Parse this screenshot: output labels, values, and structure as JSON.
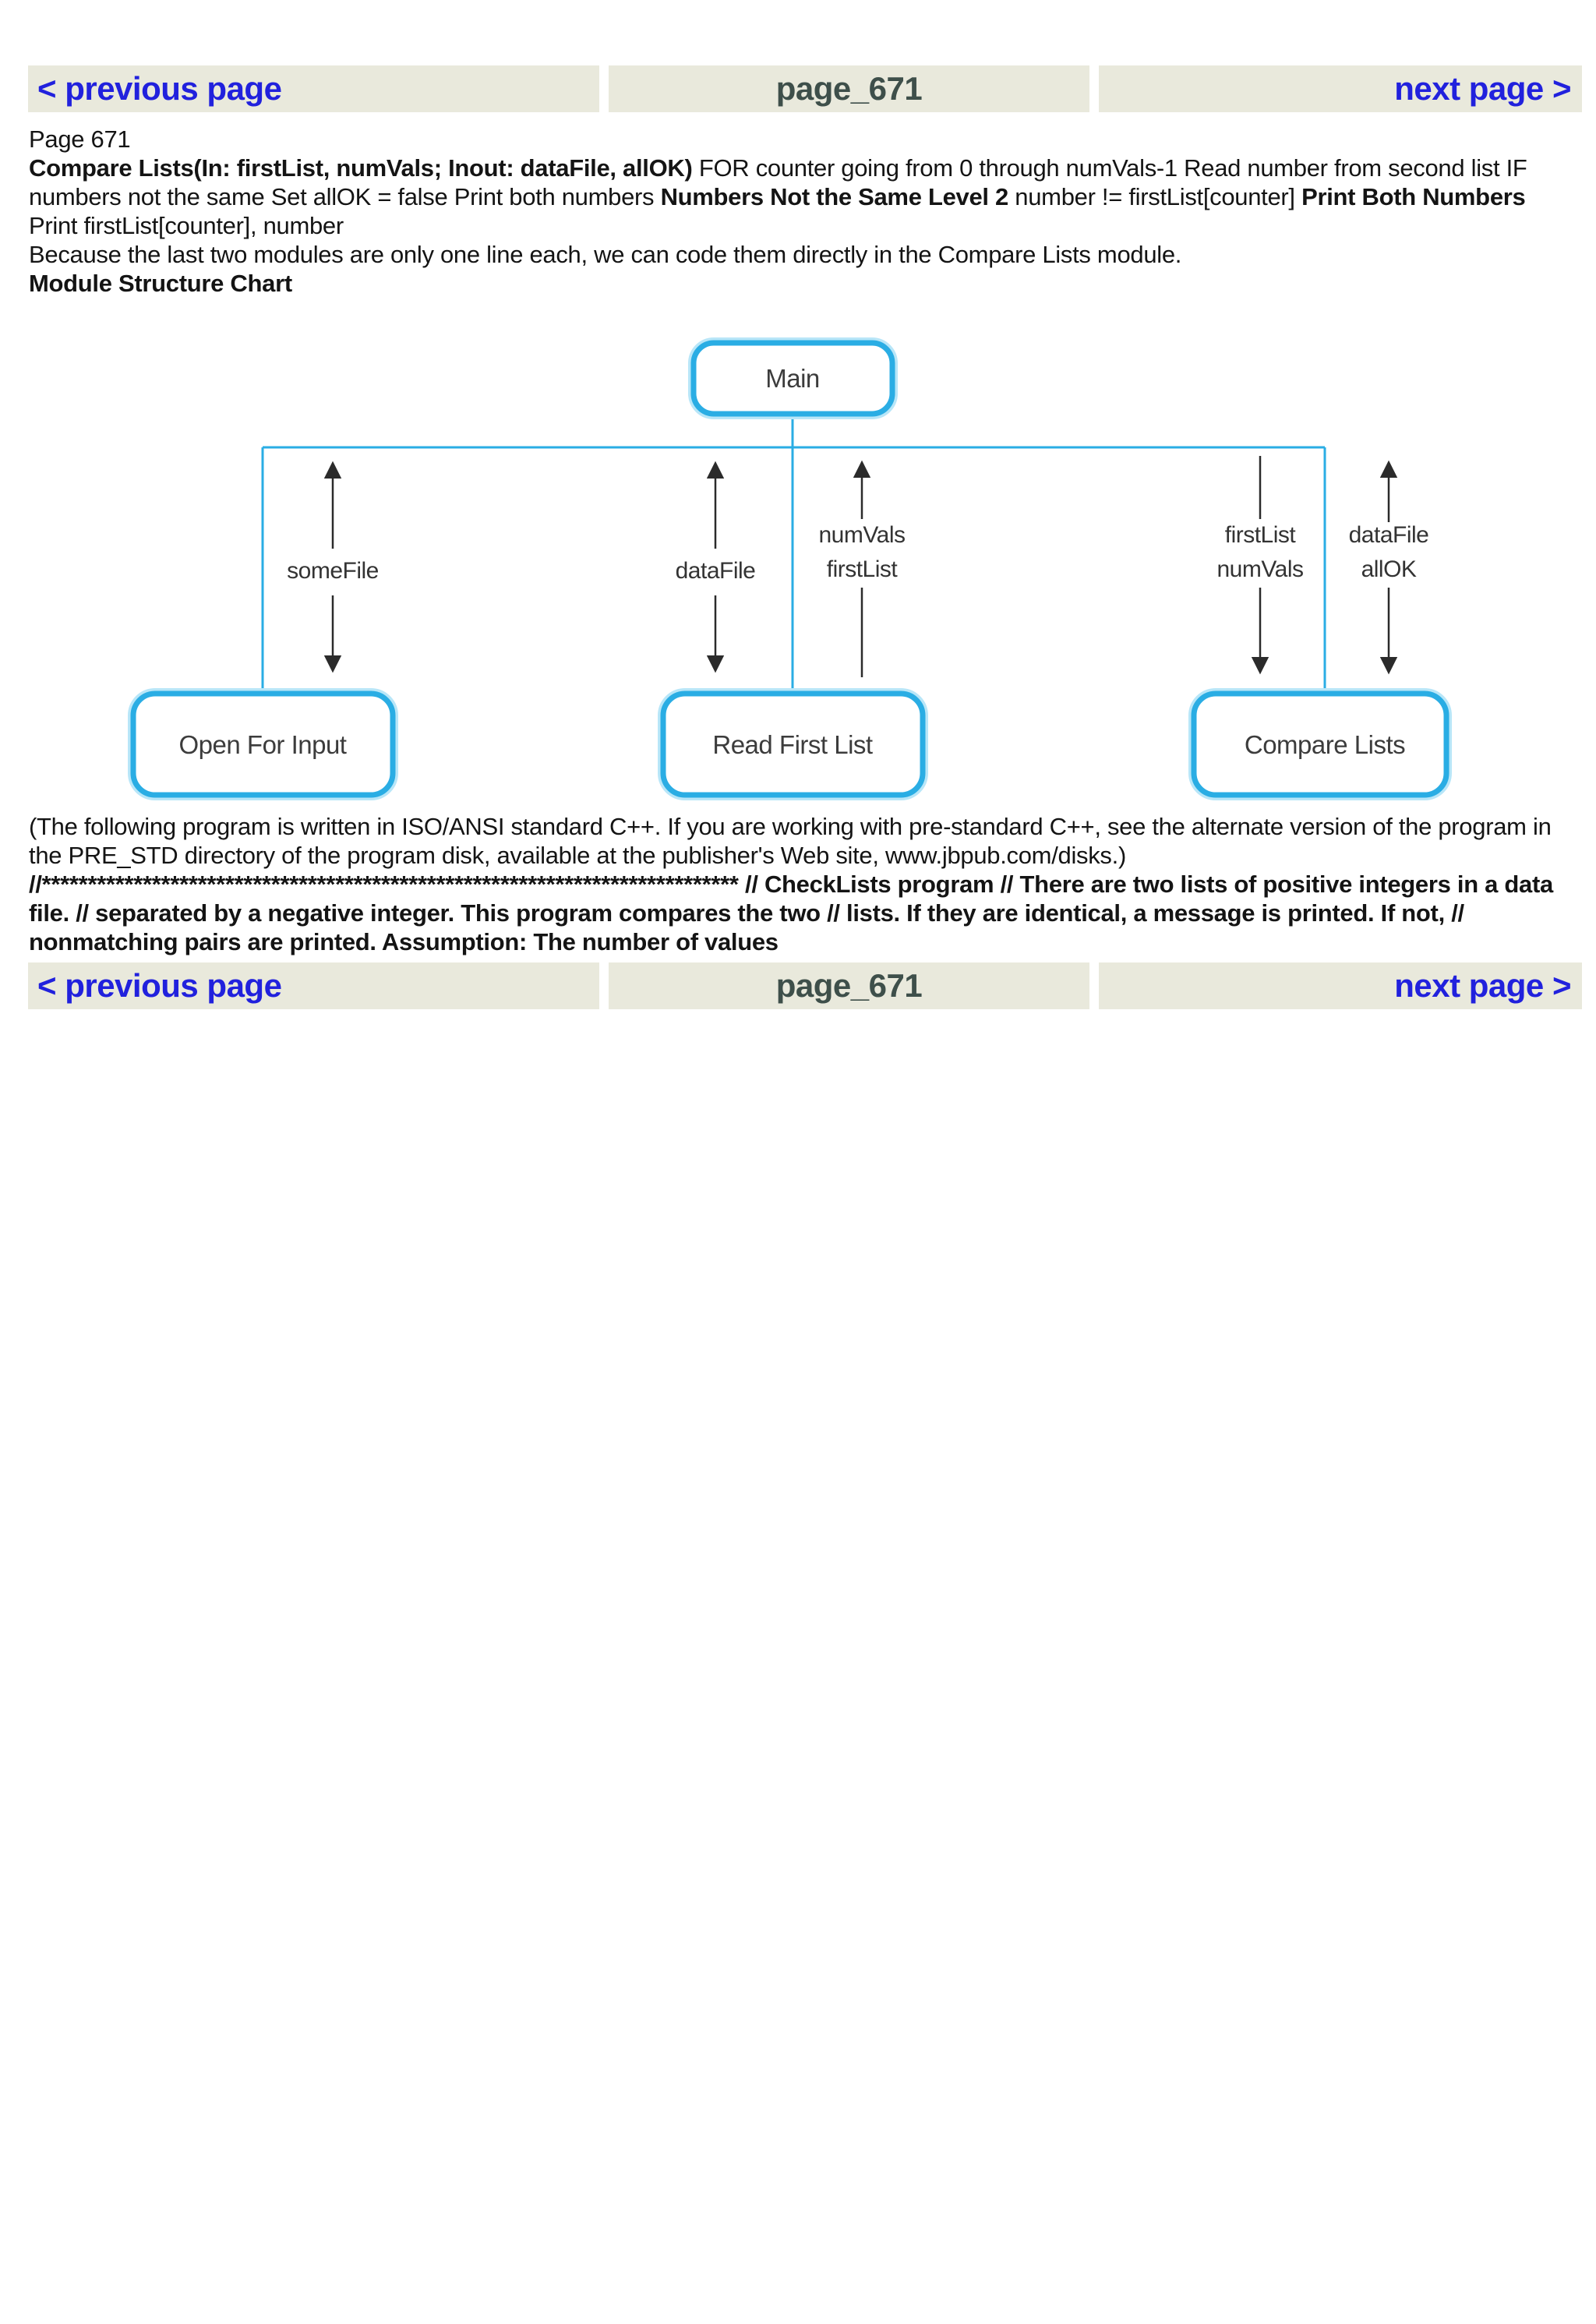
{
  "colors": {
    "accent_blue": "#2aade4",
    "accent_blue_halo": "#b8e6f8",
    "link_blue": "#2121dd",
    "bar_background": "#e9e9dc",
    "page_label_color": "#3e4f4a",
    "arrow_color": "#2b2b2b"
  },
  "nav": {
    "previous_label": "< previous page",
    "page_label": "page_671",
    "next_label": "next page >"
  },
  "article": {
    "page_heading": "Page 671",
    "pseudocode_runs": [
      {
        "bold": true,
        "text": "Compare Lists(In: firstList, numVals; Inout: dataFile, allOK)"
      },
      {
        "bold": false,
        "text": " FOR counter going from 0 through numVals-1 Read number from second list IF numbers not the same Set allOK = false Print both numbers "
      },
      {
        "bold": true,
        "text": "Numbers Not the Same Level 2"
      },
      {
        "bold": false,
        "text": " number != firstList[counter] "
      },
      {
        "bold": true,
        "text": "Print Both Numbers"
      },
      {
        "bold": false,
        "text": " Print firstList[counter], number"
      }
    ],
    "because_line": "Because the last two modules are only one line each, we can code them directly in the Compare Lists module.",
    "chart_heading": "Module Structure Chart",
    "note_paragraph": "(The following program is written in ISO/ANSI standard C++. If you are working with pre-standard C++, see the alternate version of the program in the PRE_STD directory of the program disk, available at the publisher's Web site, www.jbpub.com/disks.)",
    "code_comment_paragraph": "//**************************************************************************** // CheckLists program // There are two lists of positive integers in a data file. // separated by a negative integer. This program compares the two // lists. If they are identical, a message is printed. If not, // nonmatching pairs are printed. Assumption: The number of values"
  },
  "diagram": {
    "boxes": [
      {
        "id": "main",
        "label": "Main"
      },
      {
        "id": "open-for-input",
        "label": "Open For Input"
      },
      {
        "id": "read-first-list",
        "label": "Read First List"
      },
      {
        "id": "compare-lists",
        "label": "Compare Lists"
      }
    ],
    "arrow_labels": [
      {
        "id": "somefile",
        "lines": [
          "someFile"
        ]
      },
      {
        "id": "datafile",
        "lines": [
          "dataFile"
        ]
      },
      {
        "id": "numvals-firstlist",
        "lines": [
          "numVals",
          "firstList"
        ]
      },
      {
        "id": "firstlist-numvals",
        "lines": [
          "firstList",
          "numVals"
        ]
      },
      {
        "id": "datafile-allok",
        "lines": [
          "dataFile",
          "allOK"
        ]
      }
    ]
  }
}
